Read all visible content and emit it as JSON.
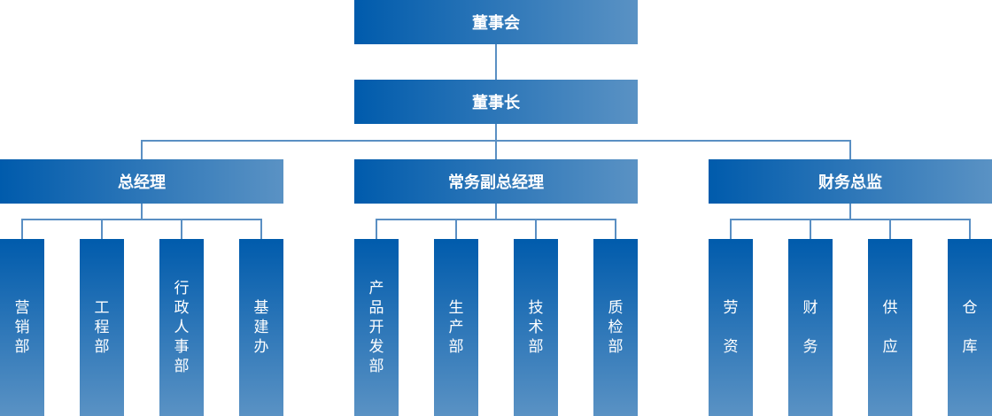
{
  "board": "董事会",
  "chairman": "董事长",
  "managers": [
    {
      "title": "总经理",
      "departments": [
        "营销部",
        "工程部",
        "行政人事部",
        "基建办"
      ]
    },
    {
      "title": "常务副总经理",
      "departments": [
        "产品开发部",
        "生产部",
        "技术部",
        "质检部"
      ]
    },
    {
      "title": "财务总监",
      "departments": [
        "劳资",
        "财务",
        "供应",
        "仓库"
      ]
    }
  ],
  "colors": {
    "gradient_start": "#005bac",
    "gradient_end": "#5a92c4",
    "connector": "#5a8fc3"
  }
}
